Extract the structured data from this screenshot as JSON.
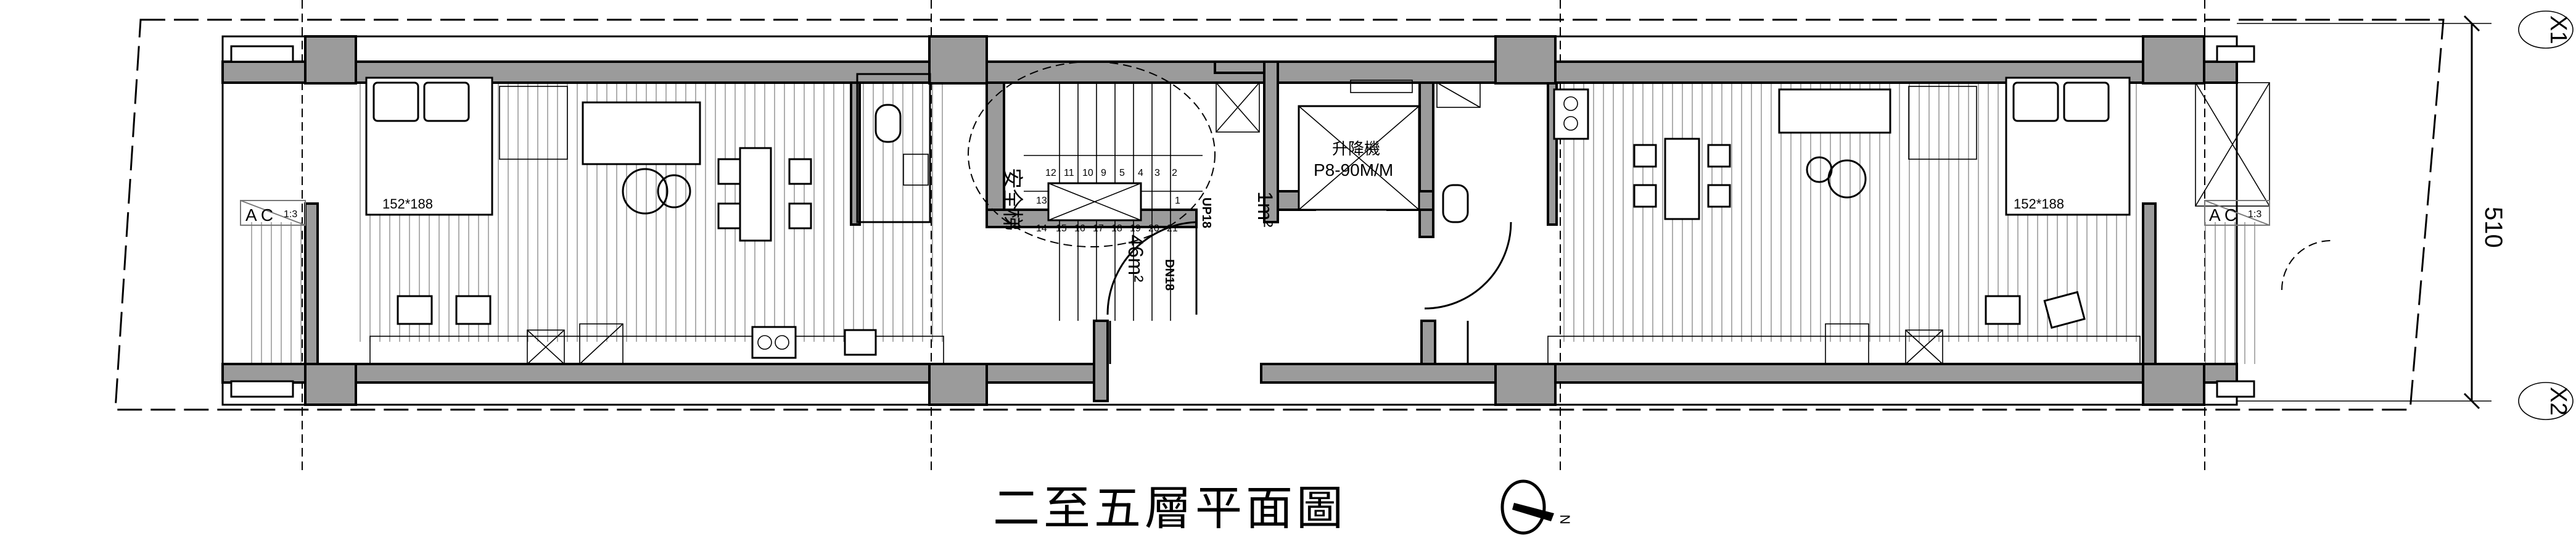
{
  "drawing": {
    "title": "二至五層平面圖",
    "north_label": "N",
    "grid_labels": [
      "X1",
      "X2"
    ],
    "dimension": "510"
  },
  "units": {
    "left": {
      "bed_size": "152*188",
      "ac_label": "A C",
      "ac_ratio": "1:3"
    },
    "right": {
      "bed_size": "152*188",
      "ac_label": "A C",
      "ac_ratio": "1:3"
    }
  },
  "core": {
    "stair_label": "安全梯",
    "stair_up": "UP18",
    "stair_down": "DN18",
    "stair_numbers_top": [
      "12",
      "11",
      "10",
      "9",
      "5",
      "4",
      "3",
      "2"
    ],
    "stair_numbers_mid": [
      "13",
      "1"
    ],
    "stair_numbers_bottom": [
      "14",
      "15",
      "16",
      "17",
      "18",
      "19",
      "20",
      "21"
    ],
    "stair_area": "46m²",
    "lobby_area": "1m²",
    "elevator_label": "升降機",
    "elevator_spec": "P8-90M/M"
  },
  "colors": {
    "wall": "#9b9b9b",
    "line": "#000000",
    "floor_hatch": "#888888"
  }
}
